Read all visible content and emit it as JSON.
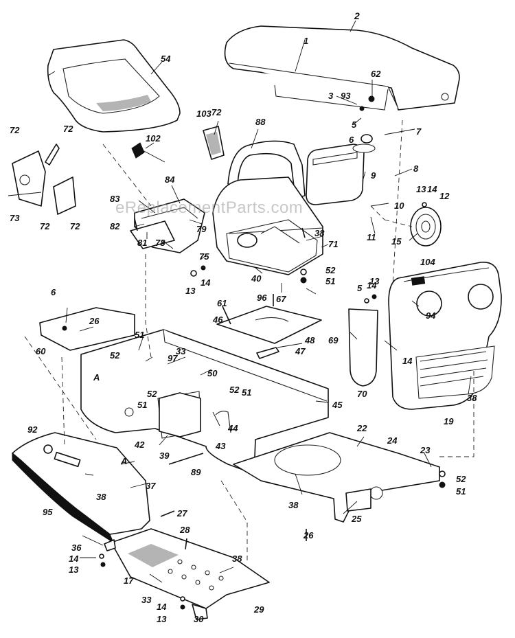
{
  "watermark": "eReplacementParts.com",
  "labels": {
    "p1": "1",
    "p2": "2",
    "p3": "3",
    "p5a": "5",
    "p5b": "5",
    "p6a": "6",
    "p6b": "6",
    "p7": "7",
    "p8": "8",
    "p9": "9",
    "p10": "10",
    "p11": "11",
    "p12": "12",
    "p13a": "13",
    "p13b": "13",
    "p13c": "13",
    "p13d": "13",
    "p13e": "13",
    "p14a": "14",
    "p14b": "14",
    "p14c": "14",
    "p14d": "14",
    "p14e": "14",
    "p14f": "14",
    "p15": "15",
    "p17": "17",
    "p19": "19",
    "p22": "22",
    "p23": "23",
    "p24": "24",
    "p25": "25",
    "p26a": "26",
    "p26b": "26",
    "p27": "27",
    "p28": "28",
    "p29": "29",
    "p30": "30",
    "p33a": "33",
    "p33b": "33",
    "p36": "36",
    "p37": "37",
    "p38a": "38",
    "p38b": "38",
    "p38c": "38",
    "p38d": "38",
    "p38e": "38",
    "p39": "39",
    "p40": "40",
    "p42": "42",
    "p43": "43",
    "p44": "44",
    "p45": "45",
    "p46": "46",
    "p47": "47",
    "p48": "48",
    "p50": "50",
    "p51a": "51",
    "p51b": "51",
    "p51c": "51",
    "p51d": "51",
    "p51e": "51",
    "p52a": "52",
    "p52b": "52",
    "p52c": "52",
    "p52d": "52",
    "p52e": "52",
    "p54": "54",
    "p60": "60",
    "p61": "61",
    "p62": "62",
    "p67": "67",
    "p69": "69",
    "p70": "70",
    "p71": "71",
    "p72a": "72",
    "p72b": "72",
    "p72c": "72",
    "p72d": "72",
    "p72e": "72",
    "p73": "73",
    "p75": "75",
    "p78": "78",
    "p79": "79",
    "p81": "81",
    "p82": "82",
    "p83": "83",
    "p84": "84",
    "p88": "88",
    "p89": "89",
    "p92": "92",
    "p93": "93",
    "p94": "94",
    "p95": "95",
    "p96": "96",
    "p97": "97",
    "p102": "102",
    "p103": "103",
    "p104": "104",
    "pA1": "A",
    "pA2": "A"
  }
}
